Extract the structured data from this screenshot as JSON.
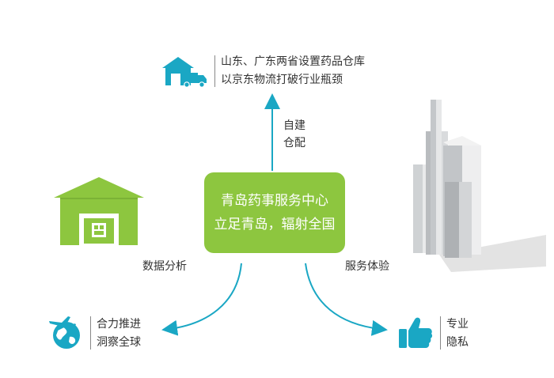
{
  "center": {
    "line1": "青岛药事服务中心",
    "line2": "立足青岛，辐射全国"
  },
  "top": {
    "text_line1": "山东、广东两省设置药品仓库",
    "text_line2": "以京东物流打破行业瓶颈",
    "arrow_label_line1": "自建",
    "arrow_label_line2": "仓配",
    "icon": "warehouse-truck-icon"
  },
  "left": {
    "arrow_label": "数据分析",
    "text_line1": "合力推进",
    "text_line2": "洞察全球",
    "icon": "globe-plane-icon",
    "graphic": "warehouse-icon"
  },
  "right": {
    "arrow_label": "服务体验",
    "text_line1": "专业",
    "text_line2": "隐私",
    "icon": "thumbs-up-icon",
    "graphic": "skyscraper-icon"
  },
  "colors": {
    "green": "#8dc63f",
    "teal": "#1aa7c4",
    "gray": "#888888"
  }
}
